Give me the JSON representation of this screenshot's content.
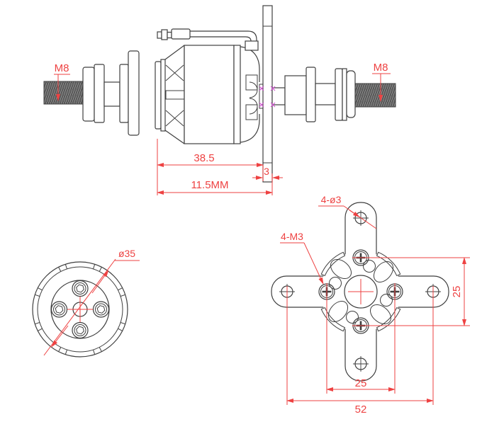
{
  "drawing": {
    "title": "brushless outrunner motor dimensional drawing",
    "side_view": {
      "thread_label_left": "M8",
      "thread_label_right": "M8",
      "dim_can_length": "38.5",
      "dim_plate_thickness": "3",
      "dim_overall_length": "11.5MM"
    },
    "front_view": {
      "dim_diameter": "ø35"
    },
    "mount_view": {
      "callout_arm_holes": "4-ø3",
      "callout_screws": "4-M3",
      "dim_pitch_vertical": "25",
      "dim_pitch_horizontal": "25",
      "dim_mount_span": "52"
    },
    "colors": {
      "line": "#3f3f3f",
      "dimension": "#ee4242",
      "accent": "#d44fd4",
      "thread_fill": "#585858"
    }
  }
}
